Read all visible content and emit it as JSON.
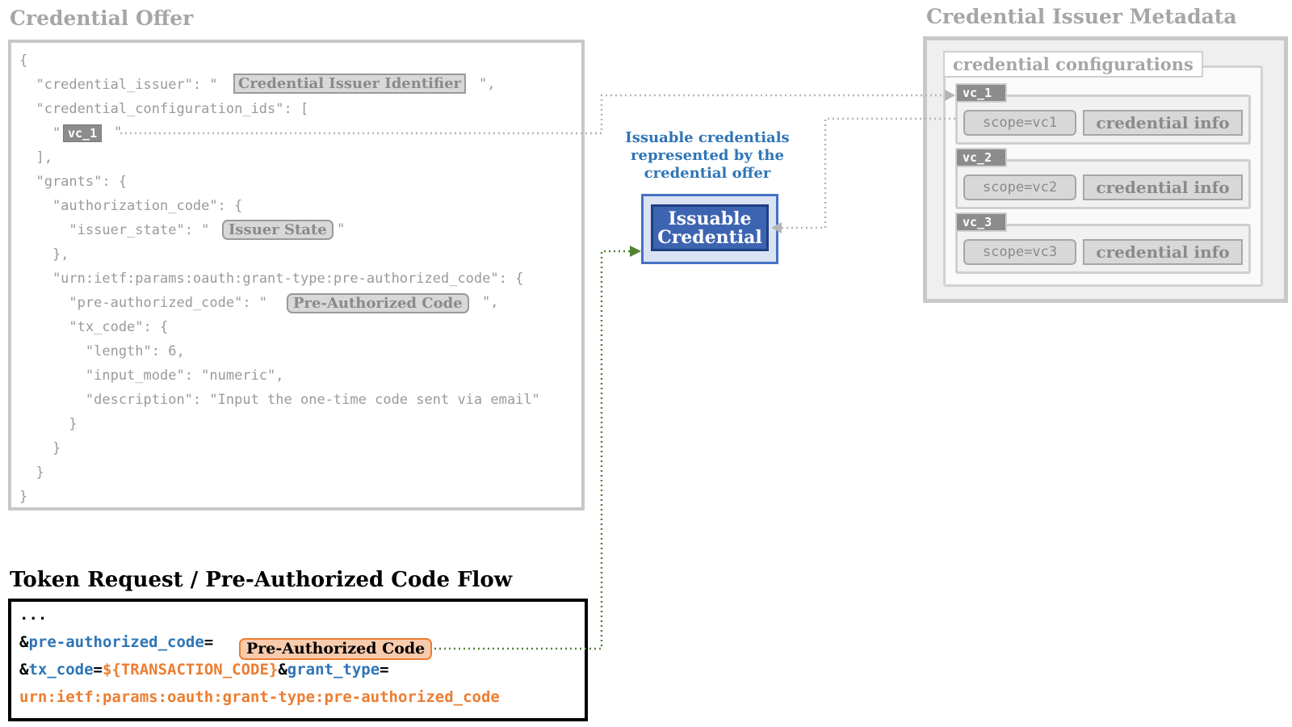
{
  "credential_offer": {
    "title": "Credential Offer",
    "code": [
      "{",
      "  \"credential_issuer\": \"",
      "  \"credential_configuration_ids\": [",
      "    \"",
      "  ],",
      "  \"grants\": {",
      "    \"authorization_code\": {",
      "      \"issuer_state\": \"",
      "    },",
      "    \"urn:ietf:params:oauth:grant-type:pre-authorized_code\": {",
      "      \"pre-authorized_code\": \"",
      "      \"tx_code\": {",
      "        \"length\": 6,",
      "        \"input_mode\": \"numeric\",",
      "        \"description\": \"Input the one-time code sent via email\"",
      "      }",
      "    }",
      "  }",
      "}"
    ],
    "suffix_comma": "\",",
    "suffix_quote": "\"",
    "placeholders": {
      "credential_issuer": "Credential Issuer Identifier",
      "config_id": "vc_1",
      "issuer_state": "Issuer State",
      "pre_authorized_code": "Pre-Authorized Code"
    }
  },
  "metadata": {
    "title": "Credential Issuer Metadata",
    "configurations_label": "credential configurations",
    "configurations": [
      {
        "id": "vc_1",
        "scope": "scope=vc1",
        "info": "credential info"
      },
      {
        "id": "vc_2",
        "scope": "scope=vc2",
        "info": "credential info"
      },
      {
        "id": "vc_3",
        "scope": "scope=vc3",
        "info": "credential info"
      }
    ]
  },
  "issuable": {
    "note": "Issuable credentials represented by the credential offer",
    "line1": "Issuable",
    "line2": "Credential"
  },
  "token_request": {
    "title": "Token Request / Pre-Authorized Code Flow",
    "ellipsis": "...",
    "amp1": "&",
    "param_pre_auth": "pre-authorized_code",
    "eq1": "=",
    "pre_auth_value": "Pre-Authorized Code",
    "amp2": "&",
    "param_tx": "tx_code",
    "eq2": "=",
    "tx_value": "${TRANSACTION_CODE}",
    "amp3": "&",
    "param_grant": "grant_type",
    "eq3": "=",
    "grant_value": "urn:ietf:params:oauth:grant-type:pre-authorized_code"
  },
  "colors": {
    "gray_text": "#9a9a9a",
    "blue": "#2e75b6",
    "orange": "#ed7d31",
    "issuable_fill": "#3d64b0",
    "green_wire": "#548235"
  }
}
